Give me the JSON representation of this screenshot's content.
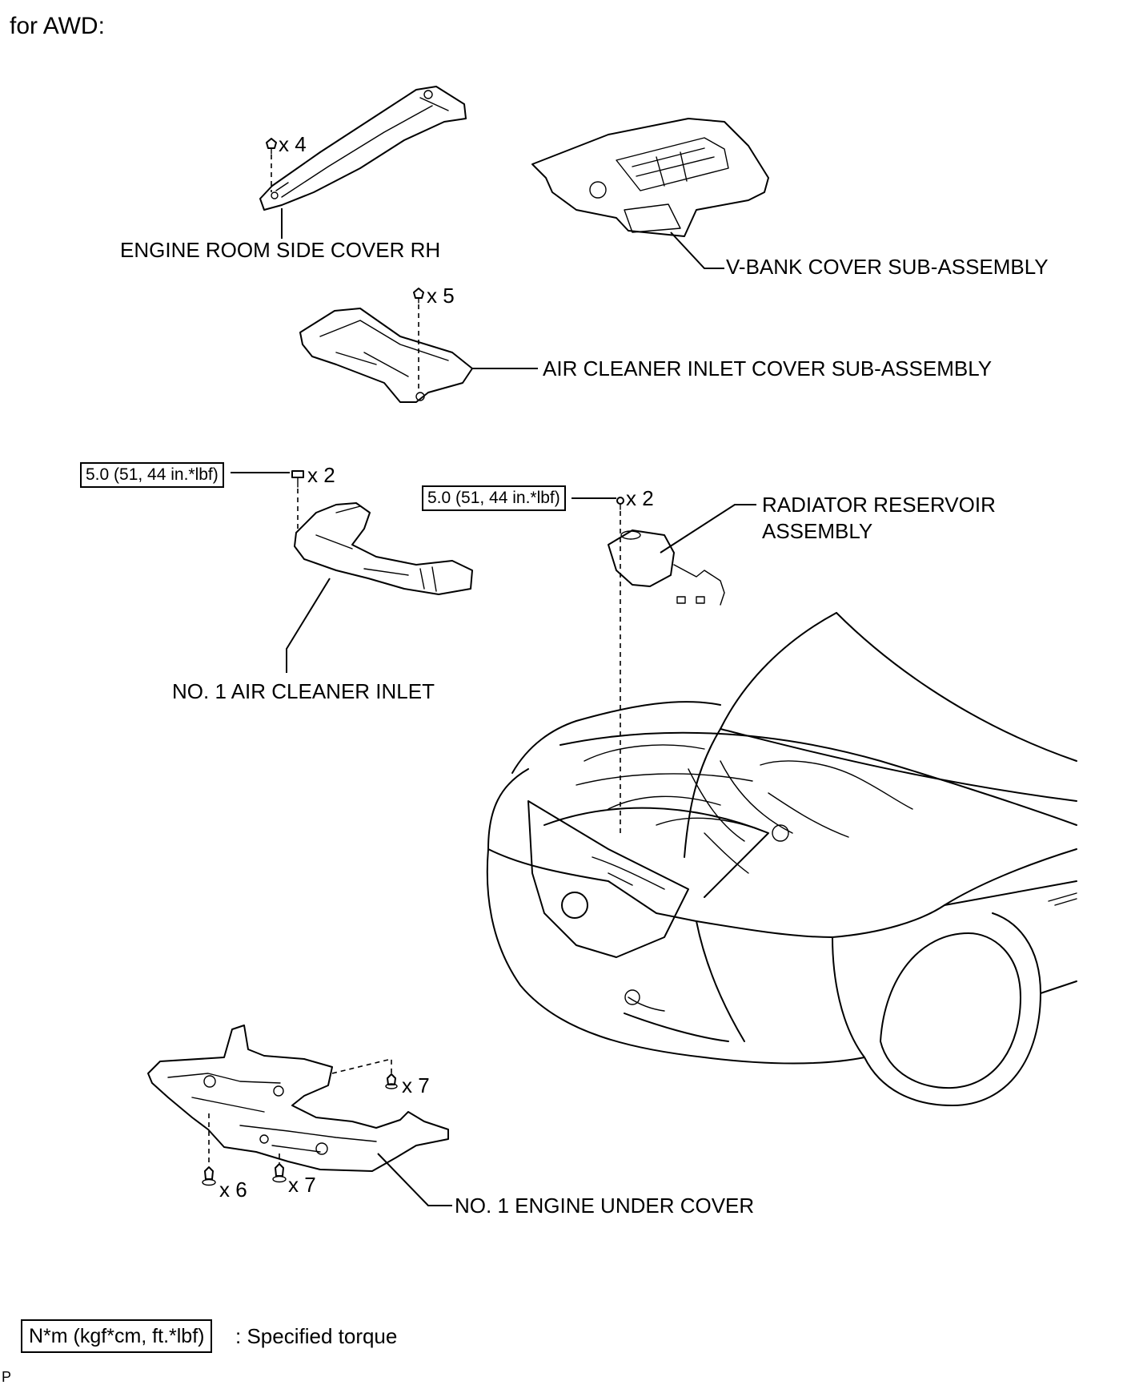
{
  "heading": "for AWD:",
  "labels": {
    "engine_room_side_cover": "ENGINE ROOM SIDE COVER RH",
    "vbank_cover": "V-BANK COVER SUB-ASSEMBLY",
    "air_cleaner_inlet_cover": "AIR CLEANER INLET COVER SUB-ASSEMBLY",
    "radiator_reservoir_line1": "RADIATOR RESERVOIR",
    "radiator_reservoir_line2": "ASSEMBLY",
    "no1_air_cleaner_inlet": "NO. 1 AIR CLEANER INLET",
    "no1_engine_under_cover": "NO. 1 ENGINE UNDER COVER"
  },
  "fastener_counts": {
    "side_cover_clips": "x 4",
    "inlet_cover_clips": "x 5",
    "air_inlet_bolts": "x 2",
    "reservoir_bolts": "x 2",
    "under_cover_right": "x 7",
    "under_cover_left": "x 6",
    "under_cover_middle": "x 7"
  },
  "torque_specs": {
    "air_inlet": "5.0 (51, 44 in.*lbf)",
    "reservoir": "5.0 (51, 44 in.*lbf)"
  },
  "legend": {
    "unit_box": "N*m (kgf*cm, ft.*lbf)",
    "description": ": Specified torque"
  },
  "corner_mark": "P"
}
